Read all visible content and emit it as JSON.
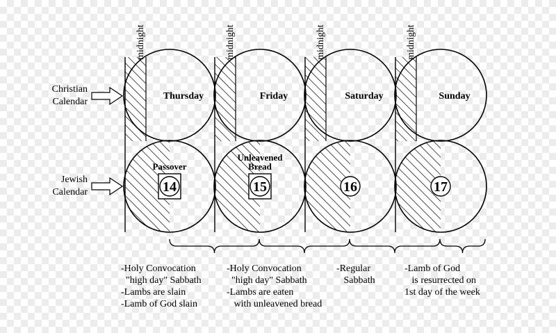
{
  "calendar_labels": {
    "christian_line1": "Christian",
    "christian_line2": "Calendar",
    "jewish_line1": "Jewish",
    "jewish_line2": "Calendar"
  },
  "midnight_label": "midnight",
  "christian_days": [
    "Thursday",
    "Friday",
    "Saturday",
    "Sunday"
  ],
  "jewish_days": [
    {
      "label_lines": [
        "Passover"
      ],
      "date": "14",
      "boxed": true
    },
    {
      "label_lines": [
        "Unleavened",
        "Bread"
      ],
      "date": "15",
      "boxed": true
    },
    {
      "label_lines": [],
      "date": "16",
      "boxed": false
    },
    {
      "label_lines": [],
      "date": "17",
      "boxed": false
    }
  ],
  "notes": [
    {
      "lines": [
        "-Holy Convocation",
        "  \"high day\" Sabbath",
        "-Lambs are slain",
        "-Lamb of God slain"
      ]
    },
    {
      "lines": [
        "-Holy Convocation",
        "  \"high day\" Sabbath",
        "-Lambs are eaten",
        "   with unleavened bread"
      ]
    },
    {
      "lines": [
        "-Regular",
        "   Sabbath"
      ]
    },
    {
      "lines": [
        "-Lamb of God",
        "   is resurrected on",
        "1st day of the week"
      ]
    }
  ]
}
